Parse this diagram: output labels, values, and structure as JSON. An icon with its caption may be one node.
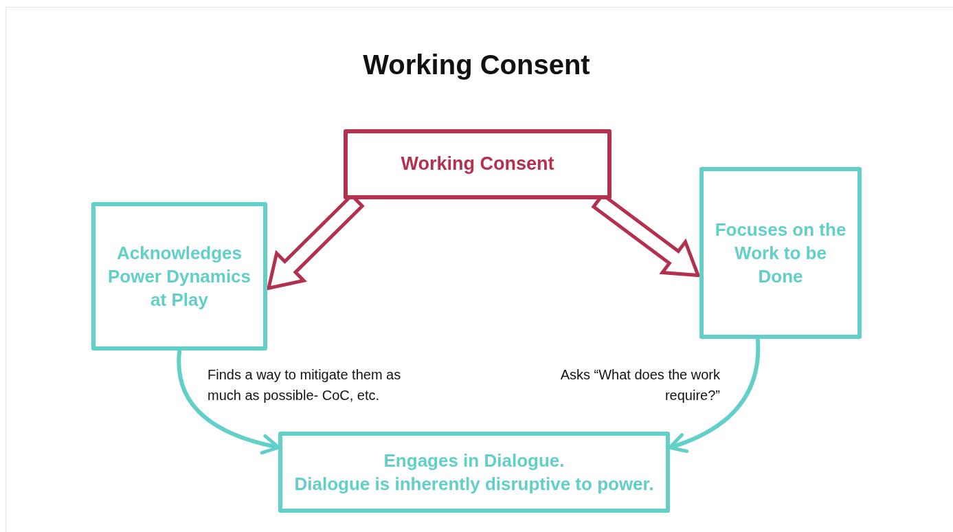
{
  "diagram": {
    "title": "Working Consent",
    "nodes": [
      {
        "text": [
          "Working Consent"
        ]
      },
      {
        "text": [
          "Acknowledges Power Dynamics at Play"
        ]
      },
      {
        "text": [
          "Focuses on the Work to be Done"
        ]
      },
      {
        "text": [
          "Engages in Dialogue.",
          "Dialogue is inherently disruptive to power."
        ]
      }
    ],
    "edges": [
      {
        "from": 0,
        "to": 1,
        "arrow": "to",
        "style": "thick",
        "color": "#b3304f"
      },
      {
        "from": 0,
        "to": 2,
        "arrow": "to",
        "style": "thick",
        "color": "#b3304f"
      },
      {
        "from": 1,
        "to": 3,
        "arrow": "to",
        "label": "Finds a way to mitigate them as much as possible- CoC, etc."
      },
      {
        "from": 2,
        "to": 3,
        "arrow": "to",
        "label": "Asks “What does the work require?”"
      }
    ]
  }
}
